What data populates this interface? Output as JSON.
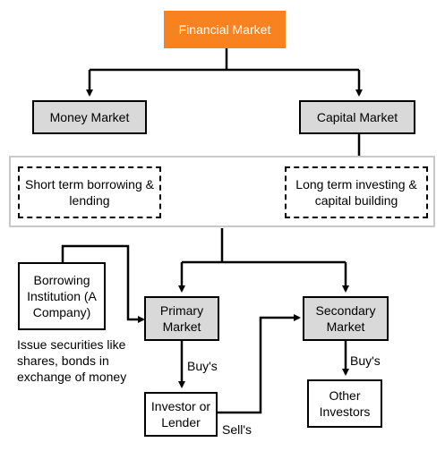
{
  "colors": {
    "accent": "#f7821f",
    "box_fill_grey": "#d9d9d9",
    "band_border": "#c8c8c8",
    "line": "#000000"
  },
  "nodes": {
    "financial_market": "Financial Market",
    "money_market": "Money Market",
    "capital_market": "Capital Market",
    "short_term": "Short term borrowing & lending",
    "long_term": "Long term investing & capital building",
    "borrowing_institution": "Borrowing Institution (A Company)",
    "primary_market": "Primary Market",
    "secondary_market": "Secondary Market",
    "investor": "Investor or Lender",
    "other_investors": "Other Investors"
  },
  "labels": {
    "issue_securities": [
      "Issue securities like",
      "shares, bonds in",
      "exchange of money"
    ],
    "buys_primary": "Buy's",
    "buys_secondary": "Buy's",
    "sells": "Sell's"
  }
}
